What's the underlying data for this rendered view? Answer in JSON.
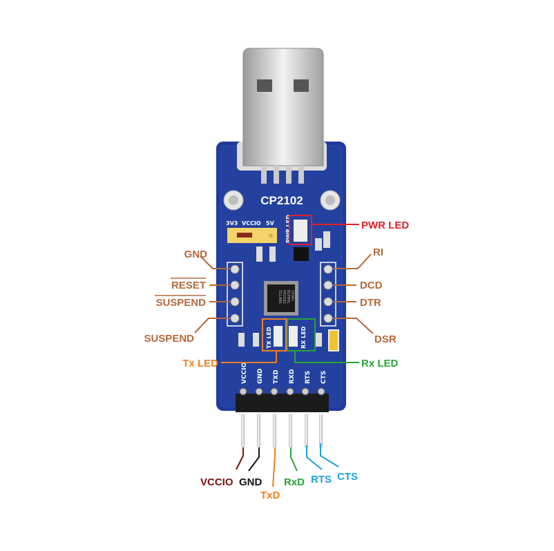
{
  "board": {
    "name": "CP2102",
    "jumper_labels": [
      "3V3",
      "VCCIO",
      "5V"
    ],
    "chip_text": [
      "SILABS",
      "CP2102",
      "DCF09L",
      "1536+"
    ],
    "silk_led": {
      "pwr": "PWR LED",
      "tx": "TX LED",
      "rx": "RX LED"
    },
    "header_silk": [
      "VCCIO",
      "GND",
      "TXD",
      "RXD",
      "RTS",
      "CTS"
    ]
  },
  "left_pins": [
    "GND",
    "RESET",
    "SUSPEND",
    "SUSPEND"
  ],
  "right_pins": [
    "RI",
    "DCD",
    "DTR",
    "DSR"
  ],
  "leds": {
    "pwr": "PWR LED",
    "tx": "Tx LED",
    "rx": "Rx LED"
  },
  "bottom_pins": [
    "VCCIO",
    "GND",
    "TxD",
    "RxD",
    "RTS",
    "CTS"
  ],
  "colors": {
    "brown_label": "#b5683a",
    "pwr": "#e0202a",
    "tx": "#f07f1e",
    "rx": "#27a437",
    "vccio": "#7a1010",
    "gnd": "#111111",
    "blue": "#1aa0e0",
    "board": "#1f3a9c"
  }
}
